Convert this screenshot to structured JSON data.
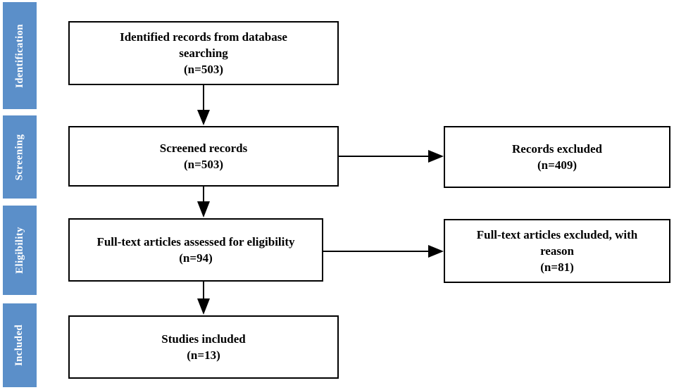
{
  "phases": {
    "identification": "Identification",
    "screening": "Screening",
    "eligibility": "Eligibility",
    "included": "Included"
  },
  "boxes": {
    "identified": {
      "line1": "Identified records from database",
      "line2": "searching",
      "count": "(n=503)"
    },
    "screened": {
      "line1": "Screened records",
      "count": "(n=503)"
    },
    "excluded": {
      "line1": "Records excluded",
      "count": "(n=409)"
    },
    "fulltext": {
      "line1": "Full-text articles assessed for eligibility",
      "count": "(n=94)"
    },
    "fulltext_excluded": {
      "line1": "Full-text articles excluded, with",
      "line2": "reason",
      "count": "(n=81)"
    },
    "included": {
      "line1": "Studies included",
      "count": "(n=13)"
    }
  },
  "colors": {
    "phase_bar": "#5b8fc9",
    "line": "#000000"
  }
}
